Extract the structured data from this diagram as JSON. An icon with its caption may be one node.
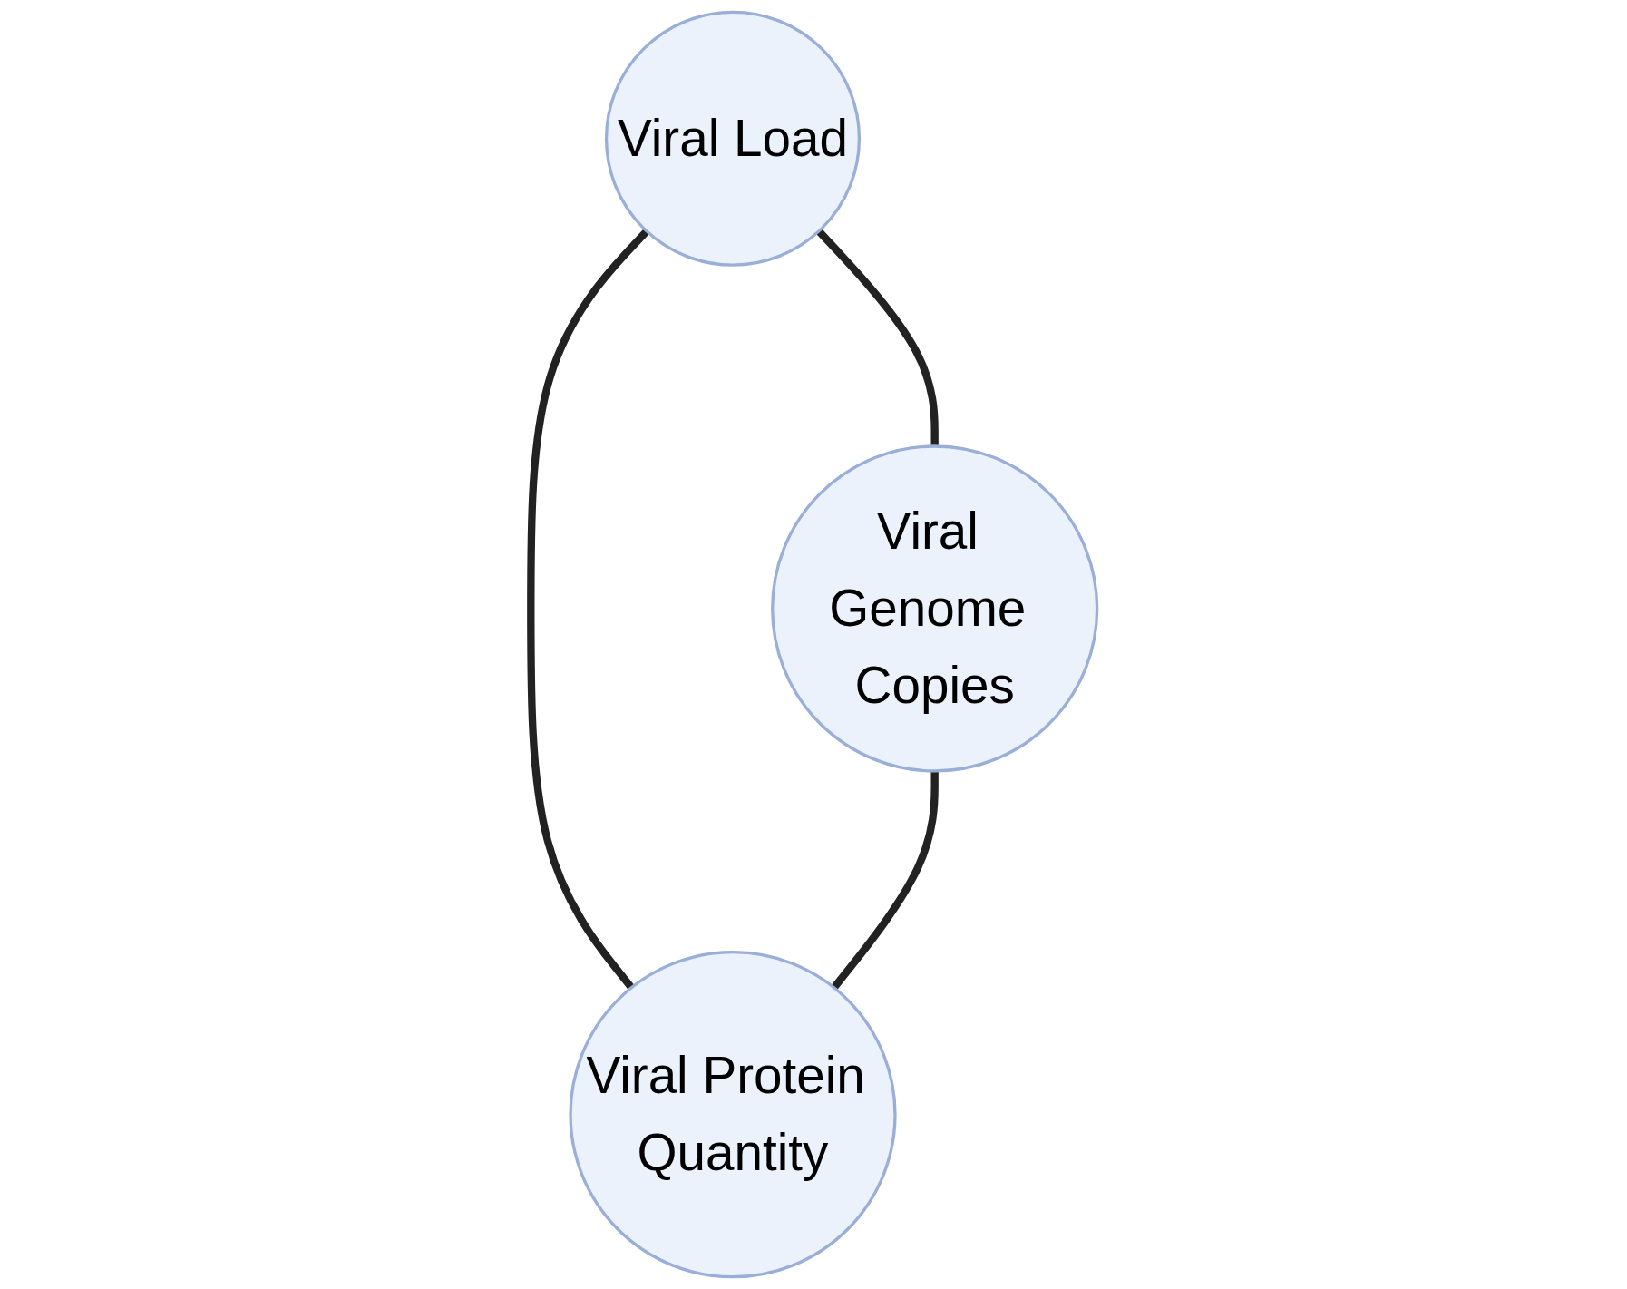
{
  "diagram": {
    "nodes": [
      {
        "text": [
          "Viral Load"
        ]
      },
      {
        "text": [
          "Viral Genome Copies"
        ]
      },
      {
        "text": [
          "Viral Protein Quantity"
        ]
      }
    ],
    "edges": [
      {
        "from": 0,
        "to": 1,
        "arrow": "none"
      },
      {
        "from": 0,
        "to": 2,
        "arrow": "none"
      },
      {
        "from": 1,
        "to": 2,
        "arrow": "none"
      }
    ]
  }
}
